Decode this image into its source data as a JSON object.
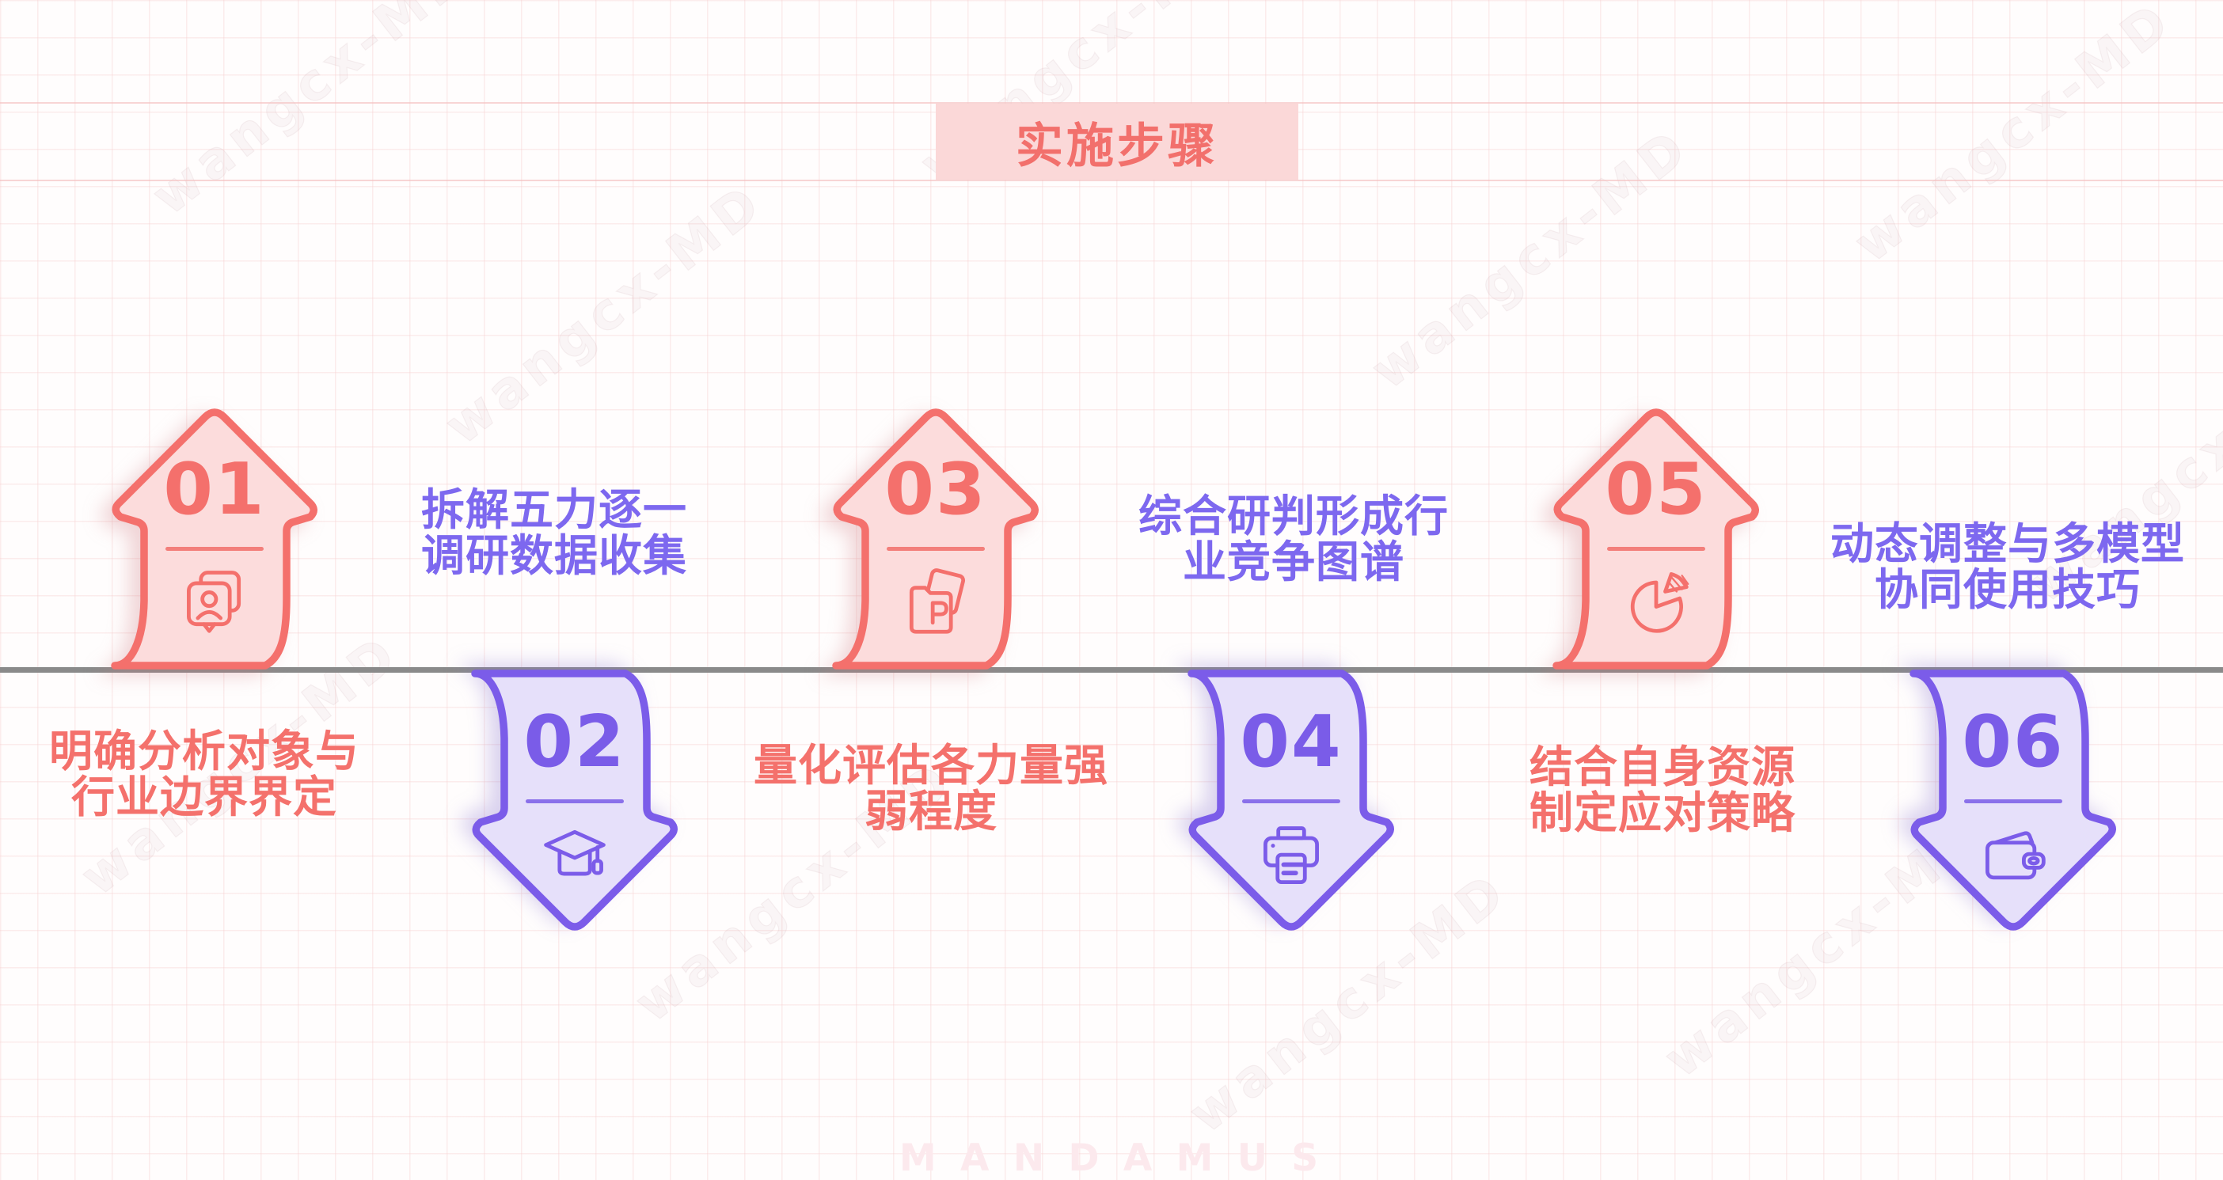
{
  "title": "实施步骤",
  "steps": [
    {
      "number": "01",
      "direction": "up",
      "icon": "contact-card-icon",
      "label_line1": "明确分析对象与",
      "label_line2": "行业边界界定"
    },
    {
      "number": "02",
      "direction": "down",
      "icon": "graduation-cap-icon",
      "label_line1": "拆解五力逐一",
      "label_line2": "调研数据收集"
    },
    {
      "number": "03",
      "direction": "up",
      "icon": "presentation-file-icon",
      "label_line1": "量化评估各力量强",
      "label_line2": "弱程度"
    },
    {
      "number": "04",
      "direction": "down",
      "icon": "printer-icon",
      "label_line1": "综合研判形成行",
      "label_line2": "业竞争图谱"
    },
    {
      "number": "05",
      "direction": "up",
      "icon": "pie-chart-icon",
      "label_line1": "结合自身资源",
      "label_line2": "制定应对策略"
    },
    {
      "number": "06",
      "direction": "down",
      "icon": "wallet-icon",
      "label_line1": "动态调整与多模型",
      "label_line2": "协同使用技巧"
    }
  ],
  "footer_watermark": "M A N D A M U S",
  "background_watermark": "wangcx-MD",
  "colors": {
    "red_stroke": "#f4706c",
    "red_fill": "#fcdcdc",
    "purple_stroke": "#7b5ce9",
    "purple_text": "#7d68ef",
    "purple_fill": "#e6e0fa",
    "timeline_gray": "#8a8a8a",
    "title_bg": "#fbd8d8",
    "footer_watermark_pink": "#fce9ed"
  }
}
